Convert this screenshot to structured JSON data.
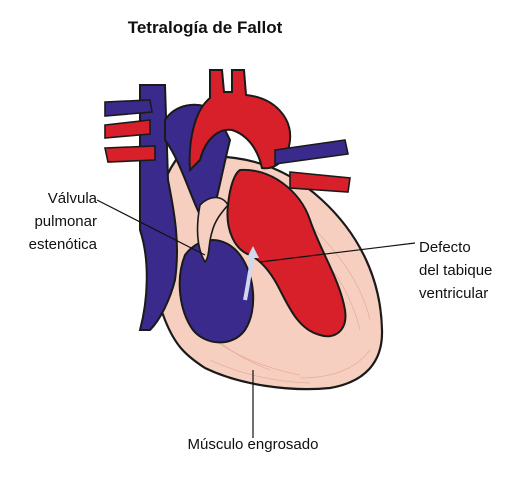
{
  "title": "Tetralogía de Fallot",
  "labels": {
    "valve": [
      "Válvula",
      "pulmonar",
      "estenótica"
    ],
    "vsd": [
      "Defecto",
      "del tabique",
      "ventricular"
    ],
    "muscle": "Músculo engrosado"
  },
  "colors": {
    "deoxygenated_blood": "#3a2a8c",
    "oxygenated_blood": "#d8202a",
    "muscle_tissue": "#f6cfc0",
    "outline": "#1a1a1a"
  }
}
